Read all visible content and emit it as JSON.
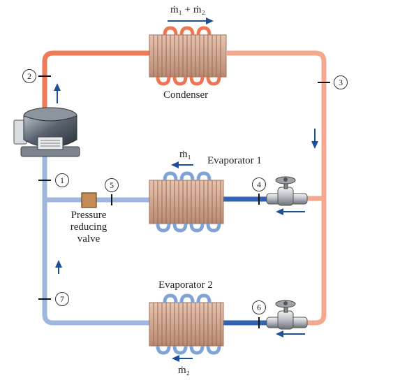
{
  "flows": {
    "total": "ṁ₁ + ṁ₂",
    "evap1": "ṁ₁",
    "evap2": "ṁ₂"
  },
  "components": {
    "condenser": "Condenser",
    "evaporator1": "Evaporator 1",
    "evaporator2": "Evaporator 2",
    "prv_line1": "Pressure",
    "prv_line2": "reducing",
    "prv_line3": "valve"
  },
  "states": [
    "1",
    "2",
    "3",
    "4",
    "5",
    "6",
    "7"
  ],
  "colors": {
    "hot_pipe": "#f08a6c",
    "hot_pipe_light": "#f6b9a4",
    "cold_pipe": "#9db8dc",
    "cold_pipe_dark": "#2f62b0",
    "arrow": "#1b4f9c",
    "coil_fins": "#c9a08a"
  }
}
